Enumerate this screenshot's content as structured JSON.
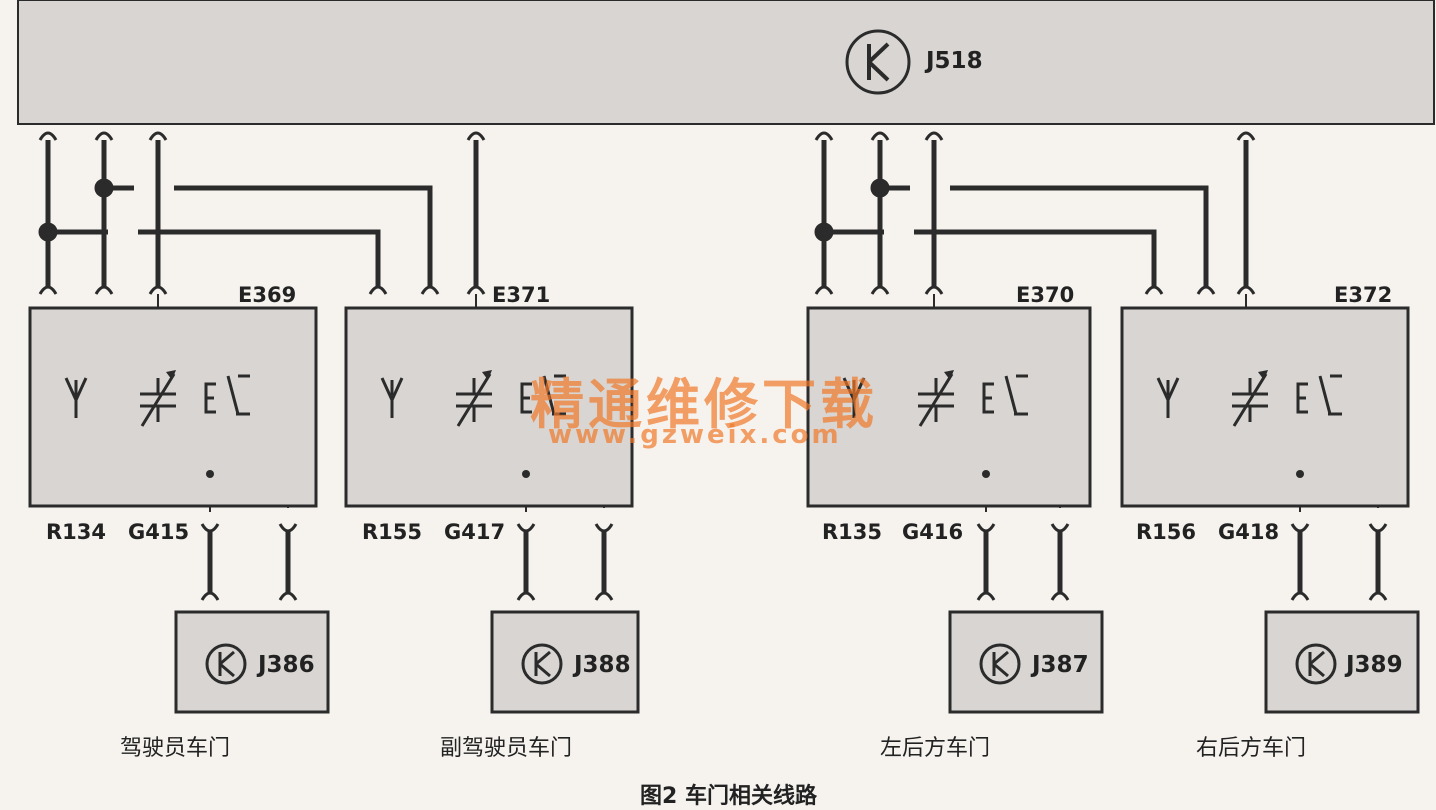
{
  "bus": {
    "label": "J518"
  },
  "doors": [
    {
      "module": "E369",
      "r": "R134",
      "g": "G415",
      "unit": "J386",
      "caption": "驾驶员车门"
    },
    {
      "module": "E371",
      "r": "R155",
      "g": "G417",
      "unit": "J388",
      "caption": "副驾驶员车门"
    },
    {
      "module": "E370",
      "r": "R135",
      "g": "G416",
      "unit": "J387",
      "caption": "左后方车门"
    },
    {
      "module": "E372",
      "r": "R156",
      "g": "G418",
      "unit": "J389",
      "caption": "右后方车门"
    }
  ],
  "figure_caption": "图2  车门相关线路",
  "watermark": {
    "title": "精通维修下载",
    "url": "www.gzweix.com"
  },
  "colors": {
    "box_fill": "#d8d5d2",
    "line": "#2b2b2b",
    "watermark": "#f07828",
    "background": "#f6f3ef"
  },
  "icons": [
    "k-circle-icon",
    "antenna-icon",
    "variable-capacitor-icon",
    "switch-icon"
  ]
}
